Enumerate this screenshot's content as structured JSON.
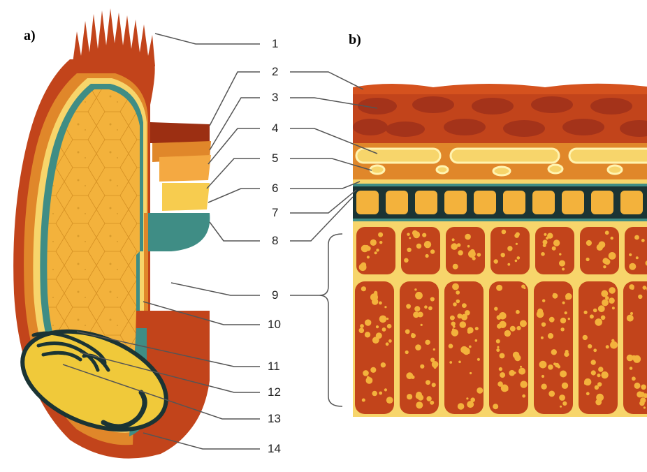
{
  "panels": {
    "a": "a)",
    "b": "b)"
  },
  "callouts": [
    "1",
    "2",
    "3",
    "4",
    "5",
    "6",
    "7",
    "8",
    "9",
    "10",
    "11",
    "12",
    "13",
    "14"
  ],
  "colors": {
    "outer_husk": "#c2441b",
    "husk_dark": "#9c2f12",
    "orange_layer": "#e0872a",
    "light_layer": "#f7cc4f",
    "teal_layer": "#3f8d85",
    "endosperm": "#f3b23c",
    "embryo": "#f0c93a",
    "embryo_outline": "#1b3434",
    "leader": "#555555"
  }
}
